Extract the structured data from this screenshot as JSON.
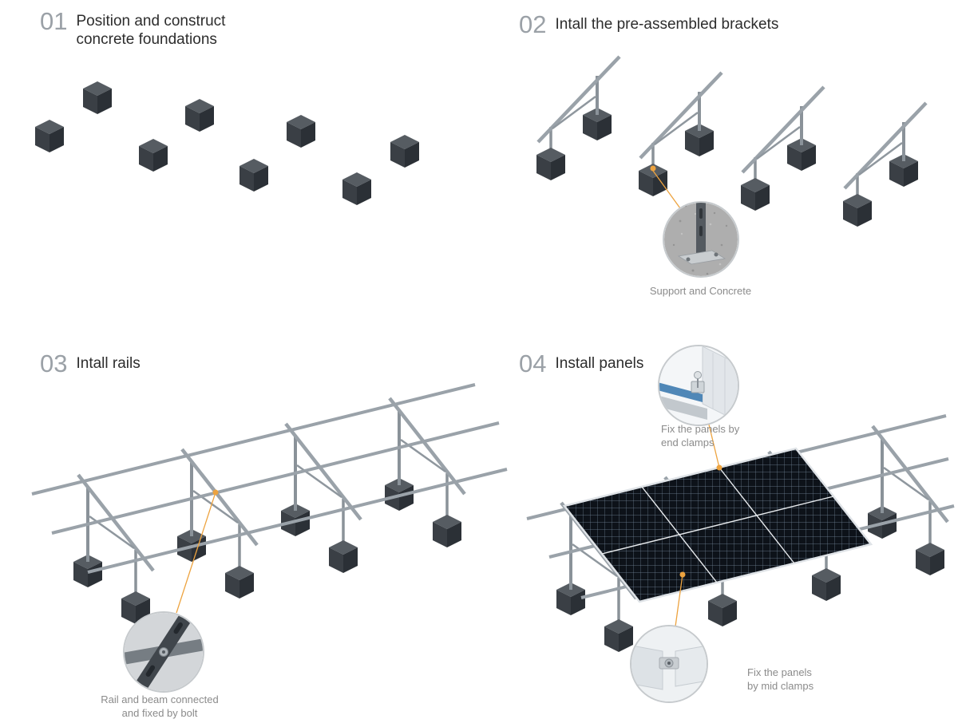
{
  "page": {
    "background": "#ffffff"
  },
  "colors": {
    "accent_orange": "#eda33f",
    "step_number": "#9ba1a7",
    "step_title": "#2d2d2d",
    "caption": "#8b8b8b",
    "cube_top": "#565c62",
    "cube_left": "#3a3f45",
    "cube_right": "#2b3036",
    "metal": "#9aa2a9",
    "panel_cell": "#0d1219"
  },
  "steps": [
    {
      "number": "01",
      "title_lines": [
        "Position and construct",
        "concrete foundations"
      ]
    },
    {
      "number": "02",
      "title_lines": [
        "Intall the pre-assembled brackets"
      ],
      "callout": {
        "label_lines": [
          "Support and Concrete"
        ]
      }
    },
    {
      "number": "03",
      "title_lines": [
        "Intall rails"
      ],
      "callout": {
        "label_lines": [
          "Rail and beam connected",
          "and fixed by bolt"
        ]
      }
    },
    {
      "number": "04",
      "title_lines": [
        "Install panels"
      ],
      "callout_top": {
        "label_lines": [
          "Fix the panels by",
          "end clamps"
        ]
      },
      "callout_bottom": {
        "label_lines": [
          "Fix the panels",
          "by mid clamps"
        ]
      }
    }
  ]
}
